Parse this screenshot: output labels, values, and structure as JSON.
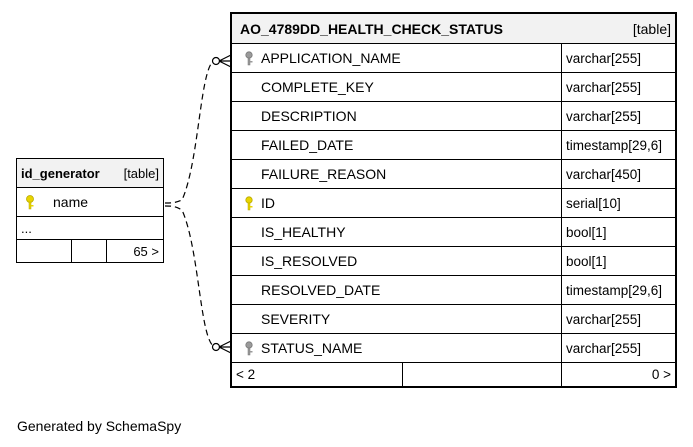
{
  "colors": {
    "primary_key_icon": "#e8d400",
    "foreign_key_icon": "#9a9a9a",
    "header_bg": "#f2f2f2",
    "border": "#000000"
  },
  "id_generator": {
    "name": "id_generator",
    "kind": "[table]",
    "columns": [
      {
        "name": "name",
        "icon": "primary-key-icon"
      }
    ],
    "ellipsis": "...",
    "footer_right": "65 >"
  },
  "ao_table": {
    "name": "AO_4789DD_HEALTH_CHECK_STATUS",
    "kind": "[table]",
    "columns": [
      {
        "name": "APPLICATION_NAME",
        "type": "varchar[255]",
        "icon": "foreign-key-icon"
      },
      {
        "name": "COMPLETE_KEY",
        "type": "varchar[255]",
        "icon": ""
      },
      {
        "name": "DESCRIPTION",
        "type": "varchar[255]",
        "icon": ""
      },
      {
        "name": "FAILED_DATE",
        "type": "timestamp[29,6]",
        "icon": ""
      },
      {
        "name": "FAILURE_REASON",
        "type": "varchar[450]",
        "icon": ""
      },
      {
        "name": "ID",
        "type": "serial[10]",
        "icon": "primary-key-icon"
      },
      {
        "name": "IS_HEALTHY",
        "type": "bool[1]",
        "icon": ""
      },
      {
        "name": "IS_RESOLVED",
        "type": "bool[1]",
        "icon": ""
      },
      {
        "name": "RESOLVED_DATE",
        "type": "timestamp[29,6]",
        "icon": ""
      },
      {
        "name": "SEVERITY",
        "type": "varchar[255]",
        "icon": ""
      },
      {
        "name": "STATUS_NAME",
        "type": "varchar[255]",
        "icon": "foreign-key-icon"
      }
    ],
    "footer_left": "< 2",
    "footer_right": "0 >"
  },
  "footer": {
    "text": "Generated by SchemaSpy"
  }
}
